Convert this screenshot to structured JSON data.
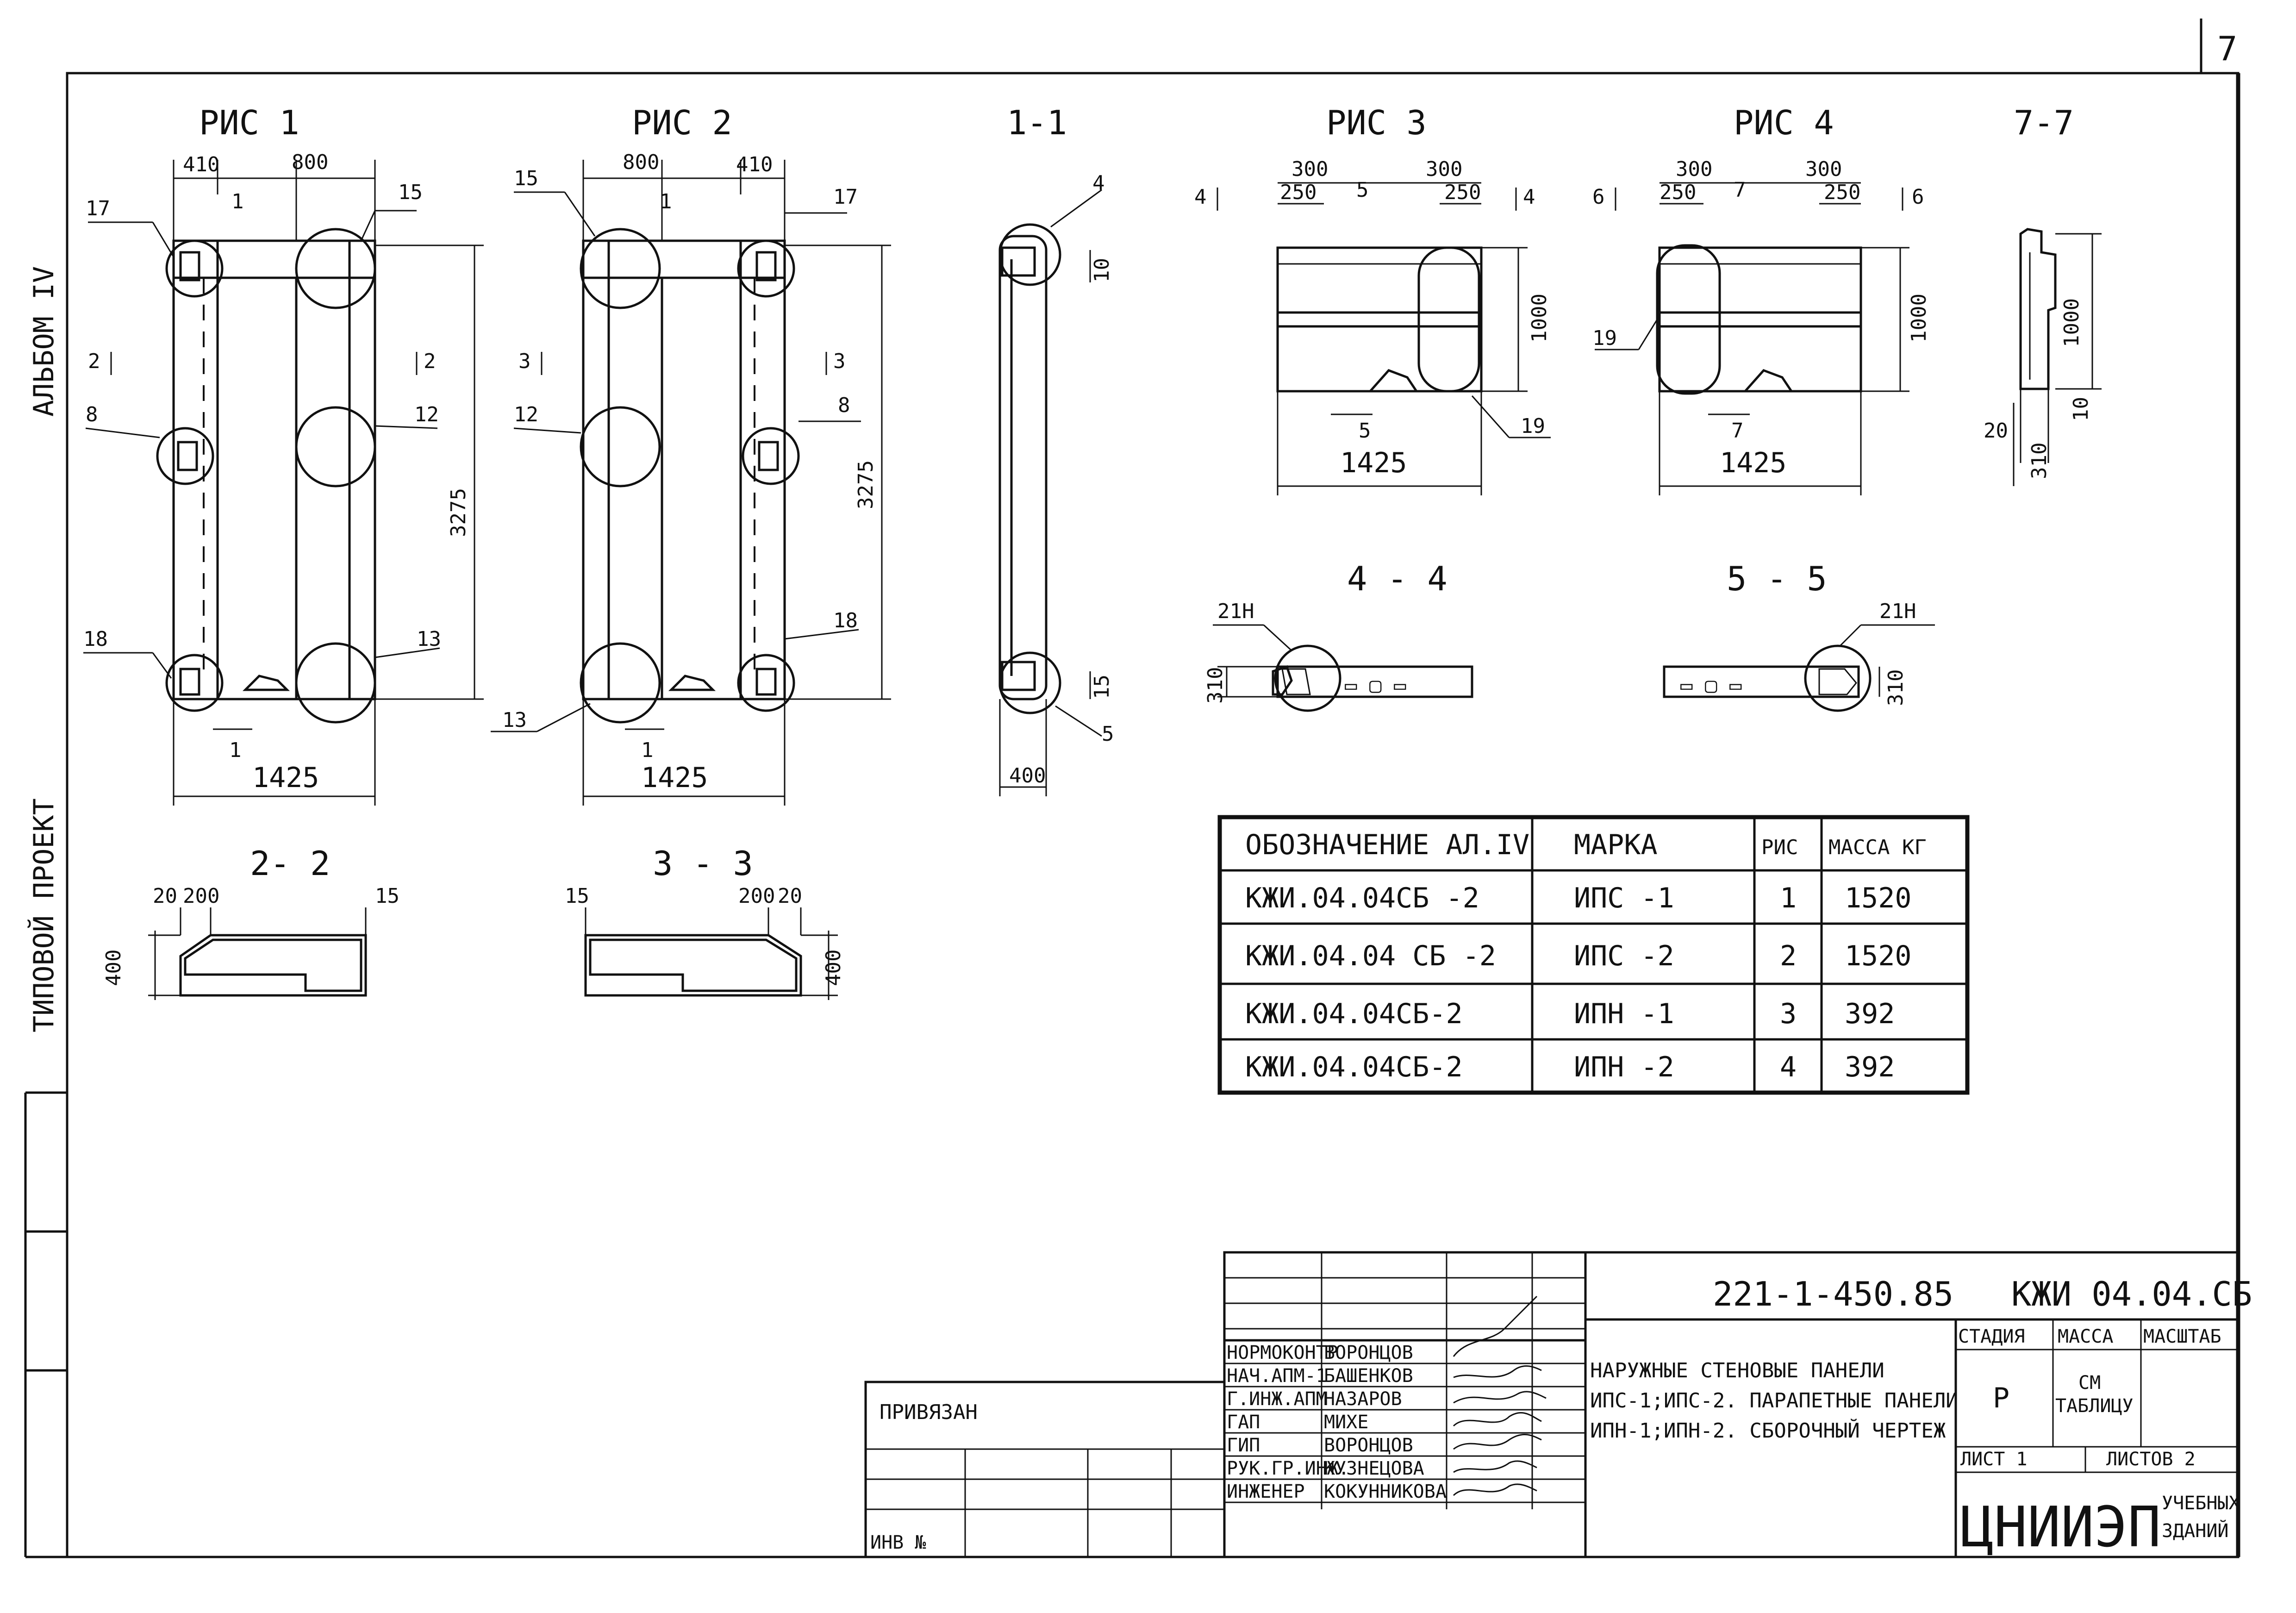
{
  "page_number": "7",
  "side_strip": {
    "album": "АЛЬБОМ IV",
    "project": "ТИПОВОЙ ПРОЕКТ"
  },
  "views": {
    "ris1": {
      "title": "РИС 1",
      "dim_left": "410",
      "dim_right": "800",
      "dim_height": "3275",
      "dim_bottom": "1425",
      "labels": [
        "17",
        "15",
        "8",
        "12",
        "18",
        "13"
      ],
      "section_2": "2",
      "section_1": "1"
    },
    "ris2": {
      "title": "РИС 2",
      "dim_left": "800",
      "dim_right": "410",
      "dim_height": "3275",
      "dim_bottom": "1425",
      "labels": [
        "15",
        "17",
        "12",
        "8",
        "13",
        "18"
      ],
      "section_3": "3",
      "section_1": "1"
    },
    "sec11": {
      "title": "1-1",
      "label_top": "4",
      "label_bot": "5",
      "dim_top": "10",
      "dim_bot": "15",
      "dim_width": "400"
    },
    "ris3": {
      "title": "РИС 3",
      "dim_a": "300",
      "dim_b": "250",
      "dim_c": "300",
      "dim_d": "250",
      "dim_height": "1000",
      "dim_bottom": "1425",
      "section_4": "4",
      "section_5": "5",
      "label_19": "19"
    },
    "ris4": {
      "title": "РИС 4",
      "dim_a": "300",
      "dim_b": "250",
      "dim_c": "300",
      "dim_d": "250",
      "dim_height": "1000",
      "dim_bottom": "1425",
      "section_6": "6",
      "section_7": "7",
      "label_19": "19"
    },
    "sec77": {
      "title": "7-7",
      "dim_height": "1000",
      "dim_10": "10",
      "dim_20": "20",
      "dim_310": "310"
    },
    "sec44": {
      "title": "4 - 4",
      "label": "21Н",
      "dim": "310"
    },
    "sec55": {
      "title": "5 - 5",
      "label": "21Н",
      "dim": "310"
    },
    "sec22": {
      "title": "2- 2",
      "dim_a": "20",
      "dim_b": "200",
      "dim_c": "15",
      "dim_height": "400"
    },
    "sec33": {
      "title": "3 - 3",
      "dim_a": "15",
      "dim_b": "200",
      "dim_c": "20",
      "dim_height": "400"
    }
  },
  "spec_table": {
    "headers": [
      "ОБОЗНАЧЕНИЕ АЛ.IV",
      "МАРКА",
      "РИС",
      "МАССА КГ"
    ],
    "rows": [
      [
        "КЖИ.04.04СБ -2",
        "ИПС -1",
        "1",
        "1520"
      ],
      [
        "КЖИ.04.04 СБ -2",
        "ИПС -2",
        "2",
        "1520"
      ],
      [
        "КЖИ.04.04СБ-2",
        "ИПН -1",
        "3",
        "392"
      ],
      [
        "КЖИ.04.04СБ-2",
        "ИПН -2",
        "4",
        "392"
      ]
    ]
  },
  "title_block": {
    "doc_number": "221-1-450.85",
    "code": "КЖИ 04.04.СБ",
    "title_lines": [
      "НАРУЖНЫЕ СТЕНОВЫЕ ПАНЕЛИ",
      "ИПС-1;ИПС-2. ПАРАПЕТНЫЕ ПАНЕЛИ",
      "ИПН-1;ИПН-2. СБОРОЧНЫЙ ЧЕРТЕЖ"
    ],
    "staff": [
      {
        "role": "НОРМОКОНТР",
        "name": "ВОРОНЦОВ"
      },
      {
        "role": "НАЧ.АПМ-1",
        "name": "БАШЕНКОВ"
      },
      {
        "role": "Г.ИНЖ.АПМ",
        "name": "НАЗАРОВ"
      },
      {
        "role": "ГАП",
        "name": "МИХЕ"
      },
      {
        "role": "ГИП",
        "name": "ВОРОНЦОВ"
      },
      {
        "role": "РУК.ГР.ИНЖ.",
        "name": "КУЗНЕЦОВА"
      },
      {
        "role": "ИНЖЕНЕР",
        "name": "КОКУННИКОВА"
      }
    ],
    "stage_header": "СТАДИЯ",
    "mass_header": "МАССА",
    "scale_header": "МАСШТАБ",
    "stage": "Р",
    "mass_line1": "СМ",
    "mass_line2": "ТАБЛИЦУ",
    "sheet": "ЛИСТ 1",
    "sheets": "ЛИСТОВ 2",
    "org": "ЦНИИЭП",
    "org_sub1": "УЧЕБНЫХ",
    "org_sub2": "ЗДАНИЙ",
    "privyazan": "ПРИВЯЗАН",
    "inv": "ИНВ №"
  }
}
